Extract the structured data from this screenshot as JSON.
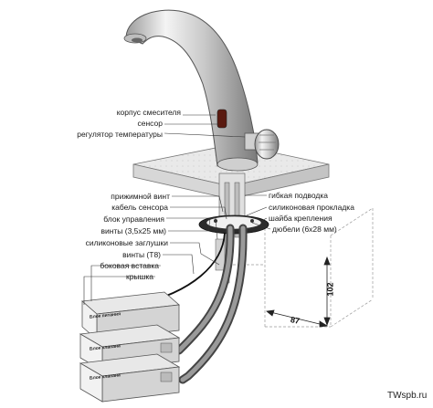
{
  "left_labels": [
    "корпус смесителя",
    "сенсор",
    "регулятор температуры"
  ],
  "left_labels_lower": [
    "прижимной винт",
    "кабель сенсора",
    "блок управления",
    "винты (3,5x25 мм)",
    "силиконовые заглушки",
    "винты (Т8)",
    "боковая вставка",
    "крышка"
  ],
  "right_labels": [
    "гибкая подводка",
    "силиконовая прокладка",
    "шайба крепления",
    "дюбели (6x28 мм)"
  ],
  "boxes": [
    "Блок питания",
    "Блок клапана",
    "Блок клапана"
  ],
  "dimensions": {
    "height": "102",
    "width": "87"
  },
  "watermark": "TWspb.ru"
}
